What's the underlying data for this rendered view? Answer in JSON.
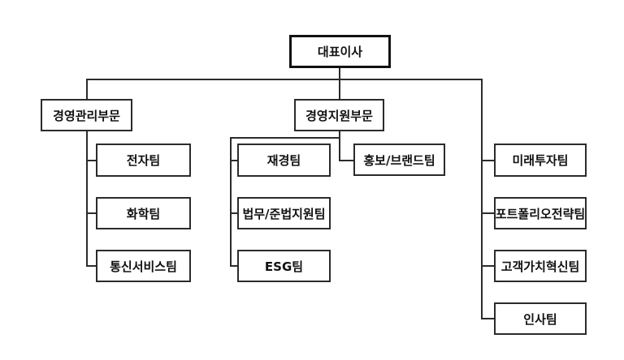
{
  "org_chart": {
    "type": "org-tree",
    "root": {
      "label": "대표이사"
    },
    "divisions": [
      {
        "label": "경영관리부문",
        "teams": [
          "전자팀",
          "화학팀",
          "통신서비스팀"
        ]
      },
      {
        "label": "경영지원부문",
        "teams": [
          "재경팀",
          "법무/준법지원팀",
          "ESG팀"
        ],
        "side_team": "홍보/브랜드팀"
      }
    ],
    "right_teams": [
      "미래투자팀",
      "포트폴리오전략팀",
      "고객가치혁신팀",
      "인사팀"
    ]
  },
  "colors": {
    "background": "#ffffff",
    "line": "#2b2b2b",
    "text": "#111111"
  }
}
